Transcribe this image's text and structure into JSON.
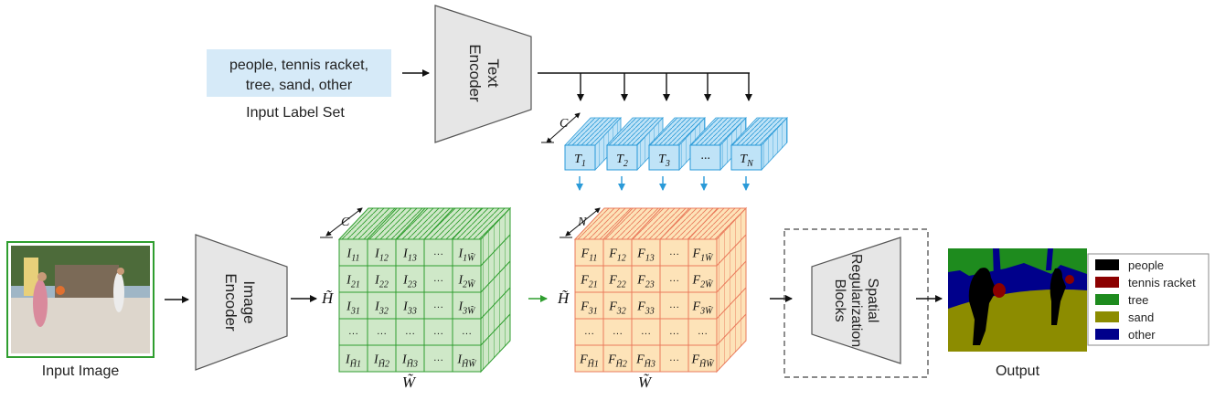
{
  "input_label_set": {
    "line1": "people, tennis racket,",
    "line2": "tree, sand, other",
    "caption": "Input Label Set"
  },
  "text_encoder": {
    "line1": "Text",
    "line2": "Encoder"
  },
  "image_encoder": {
    "line1": "Image",
    "line2": "Encoder"
  },
  "spatial_block": {
    "line1": "Spatial",
    "line2": "Regularization",
    "line3": "Blocks"
  },
  "input_image": {
    "caption": "Input Image"
  },
  "output": {
    "caption": "Output"
  },
  "text_features": {
    "dim_label": "C",
    "tokens": [
      "T",
      "T",
      "T",
      "···",
      "T"
    ],
    "subscripts": [
      "1",
      "2",
      "3",
      "",
      "N"
    ]
  },
  "image_features": {
    "dim_label": "C",
    "height_label": "H̃",
    "width_label": "W̃",
    "rows": [
      [
        "I11",
        "I12",
        "I13",
        "···",
        "I1W̃"
      ],
      [
        "I21",
        "I22",
        "I23",
        "···",
        "I2W̃"
      ],
      [
        "I31",
        "I32",
        "I33",
        "···",
        "I3W̃"
      ],
      [
        "···",
        "···",
        "···",
        "···",
        "···"
      ],
      [
        "IH̃1",
        "IH̃2",
        "IH̃3",
        "···",
        "IH̃W̃"
      ]
    ]
  },
  "fused_features": {
    "dim_label": "N",
    "height_label": "H̃",
    "width_label": "W̃",
    "rows": [
      [
        "F11",
        "F12",
        "F13",
        "···",
        "F1W̃"
      ],
      [
        "F21",
        "F22",
        "F23",
        "···",
        "F2W̃"
      ],
      [
        "F31",
        "F32",
        "F33",
        "···",
        "F3W̃"
      ],
      [
        "···",
        "···",
        "···",
        "···",
        "···"
      ],
      [
        "FH̃1",
        "FH̃2",
        "FH̃3",
        "···",
        "FH̃W̃"
      ]
    ]
  },
  "legend": {
    "items": [
      {
        "label": "people",
        "color": "#000000"
      },
      {
        "label": "tennis racket",
        "color": "#8b0000"
      },
      {
        "label": "tree",
        "color": "#1e8b1e"
      },
      {
        "label": "sand",
        "color": "#8c8c00"
      },
      {
        "label": "other",
        "color": "#00008b"
      }
    ]
  },
  "colors": {
    "encoder_fill": "#e6e6e6",
    "label_box": "#d6eaf8",
    "text_feature": "#bfe3f7",
    "text_feature_edge": "#2a9ad8",
    "image_feature": "#cfe8c8",
    "image_feature_edge": "#2f9e2f",
    "fused_feature": "#fde3b8",
    "fused_feature_edge": "#ea7b5c",
    "blue_arrow": "#2a9ad8",
    "green_arrow": "#2f9e2f"
  }
}
